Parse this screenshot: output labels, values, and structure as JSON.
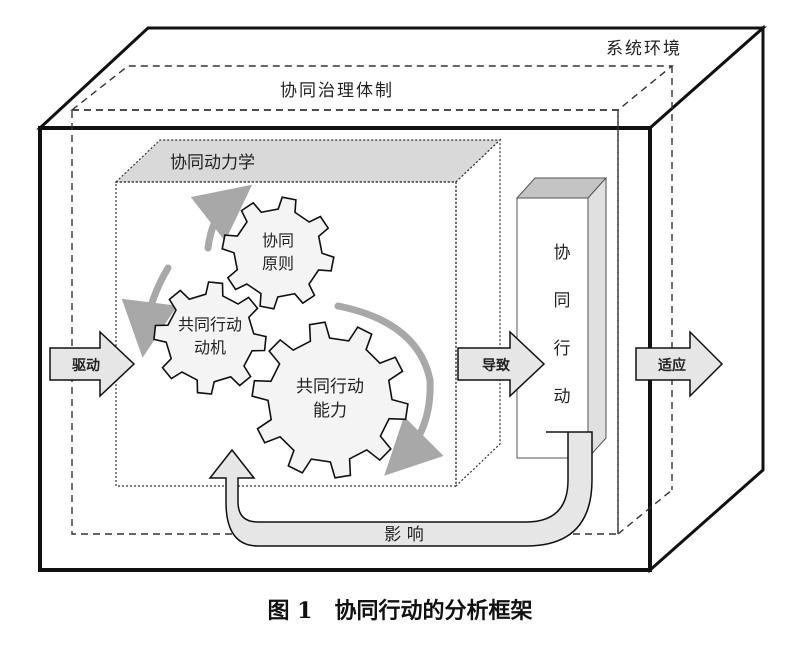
{
  "system_environment": "系统环境",
  "collaborative_governance": "协同治理体制",
  "collaborative_dynamics": "协同动力学",
  "gear_principles": [
    "协同",
    "原则"
  ],
  "gear_motivation": [
    "共同行动",
    "动机"
  ],
  "gear_capacity": [
    "共同行动",
    "能力"
  ],
  "collaborative_action": [
    "协",
    "同",
    "行",
    "动"
  ],
  "arrow_drive": "驱动",
  "arrow_lead": "导致",
  "arrow_adapt": "适应",
  "arrow_influence": "影 响",
  "caption": "图 1　协同行动的分析框架",
  "colors": {
    "line": "#111111",
    "arrow_fill": "#e6e6e6",
    "gear_fill": "#f4f4f4",
    "header_fill": "#d9d9d9",
    "swirl": "#a8a8a8"
  }
}
